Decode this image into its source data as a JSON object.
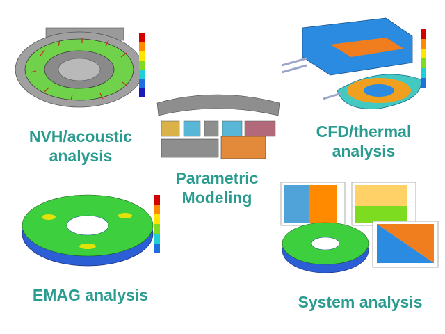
{
  "labels": {
    "nvh": [
      "NVH/acoustic",
      "analysis"
    ],
    "cfd": [
      "CFD/thermal",
      "analysis"
    ],
    "param": [
      "Parametric",
      "Modeling"
    ],
    "emag": "EMAG analysis",
    "system": "System analysis"
  },
  "colors": {
    "label_text": "#2a9b8f",
    "mesh_green": "#3ecf3e",
    "mesh_blue": "#2a6fe0",
    "stator_gray": "#8a8a8a",
    "hot_orange": "#f07d1e"
  }
}
